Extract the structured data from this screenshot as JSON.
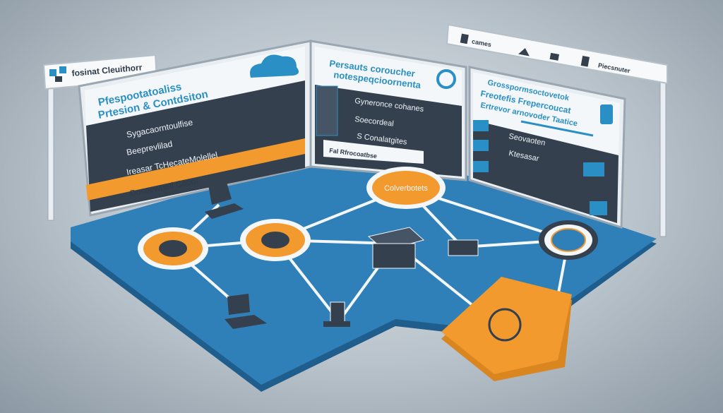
{
  "colors": {
    "floor": "#2f7fb8",
    "floor_edge": "#1f5e8c",
    "panel_dark": "#34404e",
    "accent_orange": "#f29a2e",
    "accent_blue": "#2a8fc4",
    "panel_bg": "#f4f7fa"
  },
  "left_banner": {
    "label": "fosinat Cleuithorr",
    "icon": "network-icon"
  },
  "right_banner": {
    "items": [
      {
        "label": "cames",
        "icon": "server-icon"
      },
      {
        "label": "",
        "icon": "router-icon"
      },
      {
        "label": "",
        "icon": "plug-icon"
      },
      {
        "label": "Piecsnuter",
        "icon": "document-icon"
      }
    ]
  },
  "left_panel": {
    "title_line1": "Pfespootatoaliss",
    "title_line2": "Prtesion & Contdsiton",
    "rows": [
      "Sygacaorntoulfise",
      "Beeprevlilad",
      "Ireasar TcHecateMolellel",
      "Doceewnetl Caoor"
    ],
    "highlight_rows": [
      3
    ]
  },
  "middle_panel": {
    "title_line1": "Persauts coroucher",
    "title_line2": "notespeqcioornenta",
    "rows": [
      "Gyneronce cohanes",
      "Soecordeal",
      "S Conalatgites",
      "Fal Rfrocoatbse"
    ]
  },
  "right_panel": {
    "title_line1": "Grosspormsoctovetok",
    "title_line2": "Freotefis Frepercoucat",
    "title_line3": "Ertrevor arnovoder Taatice",
    "rows": [
      "Seovaoten",
      "Ktesasar"
    ]
  },
  "nodes": [
    {
      "label": "Colverbotets",
      "type": "orange-circle"
    },
    {
      "label": "",
      "type": "orange-circle"
    },
    {
      "label": "",
      "type": "orange-circle"
    },
    {
      "label": "",
      "type": "dark-circle"
    },
    {
      "label": "",
      "type": "orange-square"
    }
  ]
}
